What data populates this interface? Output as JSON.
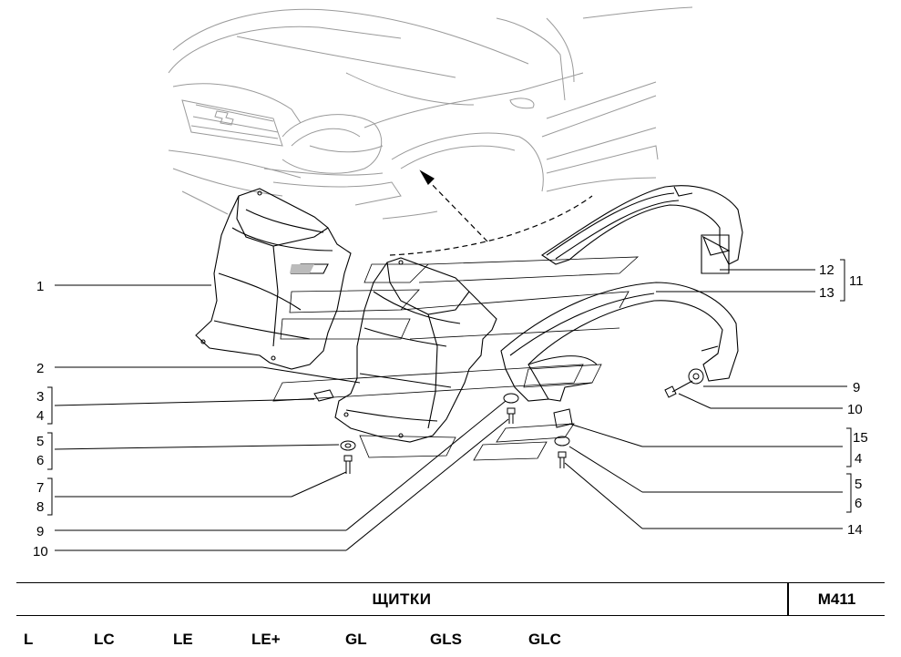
{
  "diagram": {
    "callouts": {
      "c1": "1",
      "c2": "2",
      "c3": "3",
      "c4a": "4",
      "c5a": "5",
      "c6a": "6",
      "c7": "7",
      "c8": "8",
      "c9a": "9",
      "c10a": "10",
      "c12": "12",
      "c11": "11",
      "c13": "13",
      "c9b": "9",
      "c10b": "10",
      "c15": "15",
      "c4b": "4",
      "c5b": "5",
      "c6b": "6",
      "c14": "14"
    }
  },
  "footer": {
    "title": "ЩИТКИ",
    "code": "M411",
    "variants": [
      "L",
      "LC",
      "LE",
      "LE+",
      "GL",
      "GLS",
      "GLC"
    ]
  }
}
